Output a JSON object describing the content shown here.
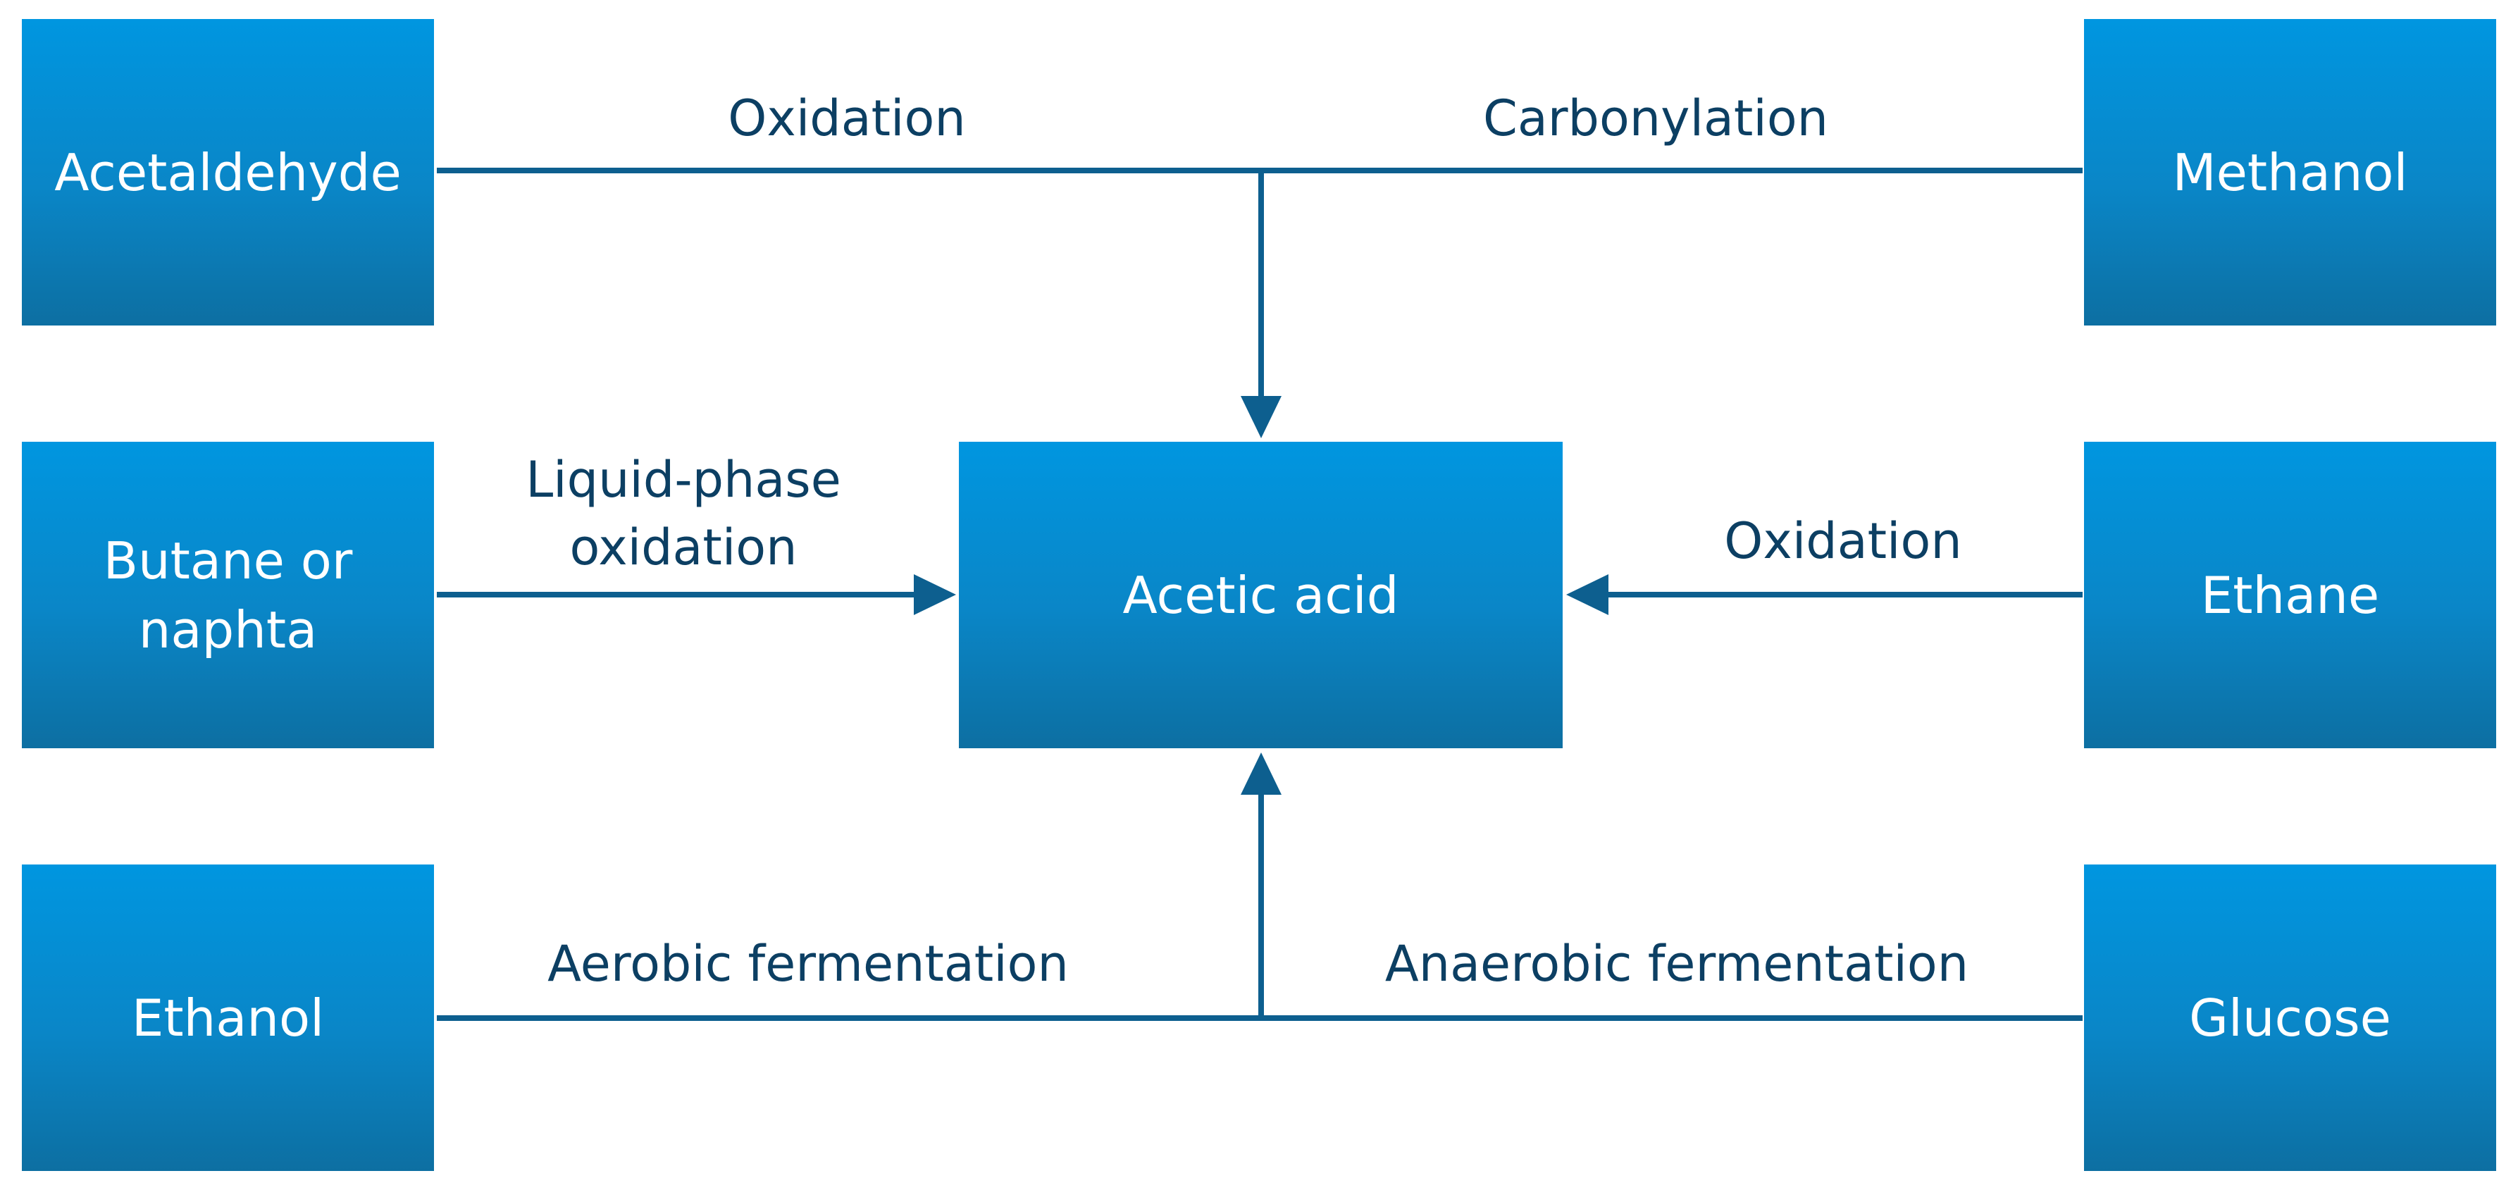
{
  "colors": {
    "box_top": "#0096e0",
    "box_bottom": "#0d6fa2",
    "line": "#0d5f8f",
    "label_text": "#0c3f63",
    "box_text": "#ffffff"
  },
  "nodes": {
    "acetaldehyde": "Acetaldehyde",
    "methanol": "Methanol",
    "butane_naphta": "Butane or\nnaphta",
    "acetic_acid": "Acetic acid",
    "ethane": "Ethane",
    "ethanol": "Ethanol",
    "glucose": "Glucose"
  },
  "edges": {
    "acetaldehyde_oxidation": "Oxidation",
    "methanol_carbonylation": "Carbonylation",
    "butane_liquid_phase_oxidation": "Liquid-phase\noxidation",
    "ethane_oxidation": "Oxidation",
    "ethanol_aerobic_fermentation": "Aerobic fermentation",
    "glucose_anaerobic_fermentation": "Anaerobic fermentation"
  }
}
